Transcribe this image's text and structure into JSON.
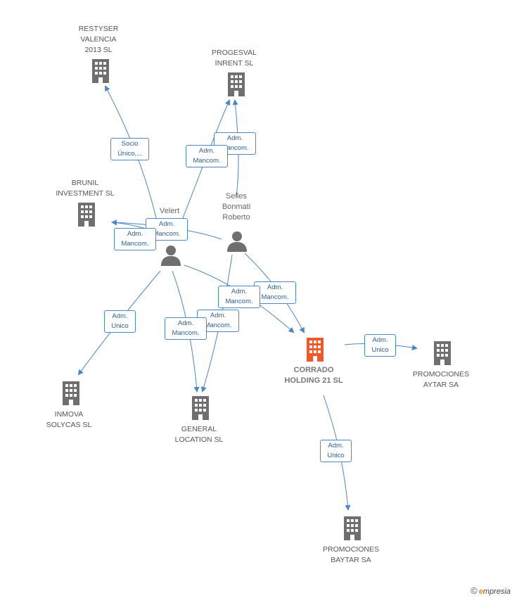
{
  "nodes": {
    "restyser": {
      "label": "RESTYSER\nVALENCIA\n2013  SL",
      "kind": "company"
    },
    "progesval": {
      "label": "PROGESVAL\nINRENT SL",
      "kind": "company"
    },
    "brunil": {
      "label": "BRUNIL\nINVESTMENT SL",
      "kind": "company"
    },
    "velert": {
      "label": "Velert",
      "kind": "person"
    },
    "selles": {
      "label": "Selles\nBonmati\nRoberto",
      "kind": "person"
    },
    "corrado": {
      "label": "CORRADO\nHOLDING 21 SL",
      "kind": "focus-company"
    },
    "aytar": {
      "label": "PROMOCIONES\nAYTAR SA",
      "kind": "company"
    },
    "inmova": {
      "label": "INMOVA\nSOLYCAS  SL",
      "kind": "company"
    },
    "general": {
      "label": "GENERAL\nLOCATION SL",
      "kind": "company"
    },
    "baytar": {
      "label": "PROMOCIONES\nBAYTAR SA",
      "kind": "company"
    }
  },
  "edge_labels": {
    "socio_unico": "Socio\nÚnico,...",
    "adm_mancom_1": "Adm.\nMancom.",
    "adm_mancom_2": "Adm.\nMancom.",
    "adm_mancom_3": "Adm.\nMancom.",
    "adm_mancom_4": "Adm.\nMancom.",
    "adm_mancom_5": "Adm.\nMancom.",
    "adm_mancom_6": "Adm.\nMancom.",
    "adm_mancom_7": "Adm.\nMancom.",
    "adm_mancom_8": "Adm.\nMancom.",
    "adm_unico_inmova": "Adm.\nUnico",
    "adm_unico_aytar": "Adm.\nUnico",
    "adm_unico_baytar": "Adm.\nUnico"
  },
  "colors": {
    "edge": "#4a86c8",
    "company_icon": "#6f6f6f",
    "focus_icon": "#f05a28",
    "person_icon": "#6f6f6f"
  },
  "footer": {
    "copyright_symbol": "©",
    "brand_initial": "e",
    "brand_rest": "mpresia"
  }
}
